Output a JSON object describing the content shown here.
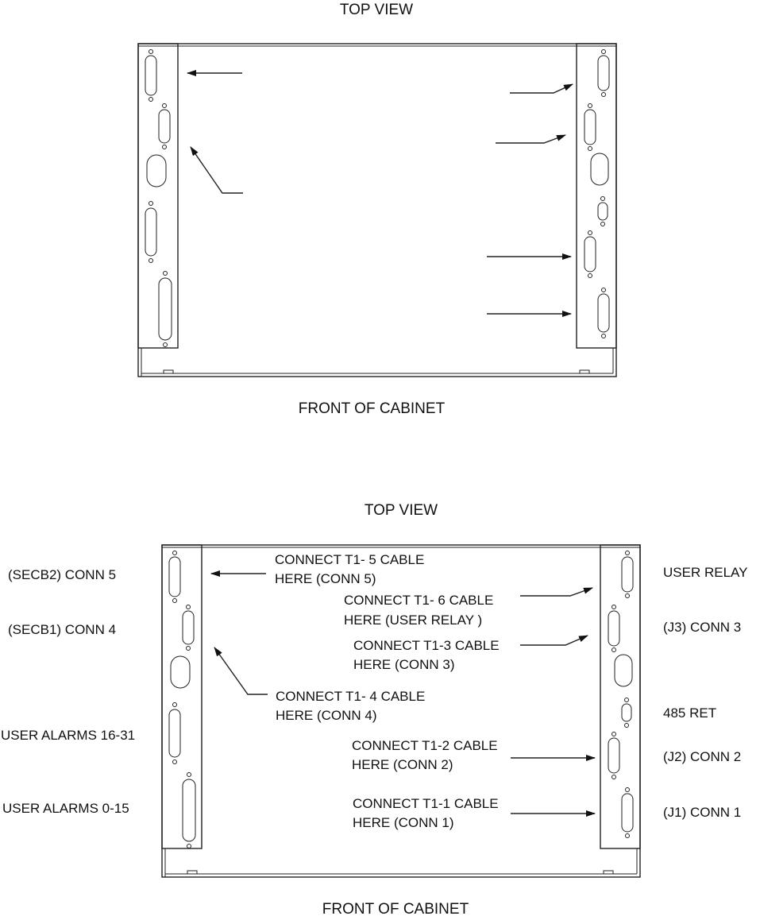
{
  "upper_diagram": {
    "title": "TOP VIEW",
    "footer": "FRONT OF CABINET"
  },
  "lower_diagram": {
    "title": "TOP VIEW",
    "footer": "FRONT OF CABINET",
    "left_labels": [
      "(SECB2)  CONN  5",
      "(SECB1)  CONN  4",
      "USER ALARMS 16-31",
      "USER ALARMS  0-15"
    ],
    "right_labels": [
      "USER RELAY",
      "(J3)  CONN  3",
      "485 RET",
      "(J2)  CONN  2",
      "(J1)  CONN  1"
    ],
    "callouts": [
      {
        "line1": "CONNECT T1- 5   CABLE",
        "line2": "HERE  (CONN  5)"
      },
      {
        "line1": "CONNECT T1- 6   CABLE",
        "line2": "HERE  (USER RELAY )"
      },
      {
        "line1": "CONNECT T1-3 CABLE",
        "line2": "HERE  (CONN  3)"
      },
      {
        "line1": "CONNECT T1- 4   CABLE",
        "line2": "HERE  (CONN  4)"
      },
      {
        "line1": "CONNECT T1-2 CABLE",
        "line2": "HERE  (CONN  2)"
      },
      {
        "line1": "CONNECT T1-1 CABLE",
        "line2": "HERE  (CONN  1)"
      }
    ]
  }
}
